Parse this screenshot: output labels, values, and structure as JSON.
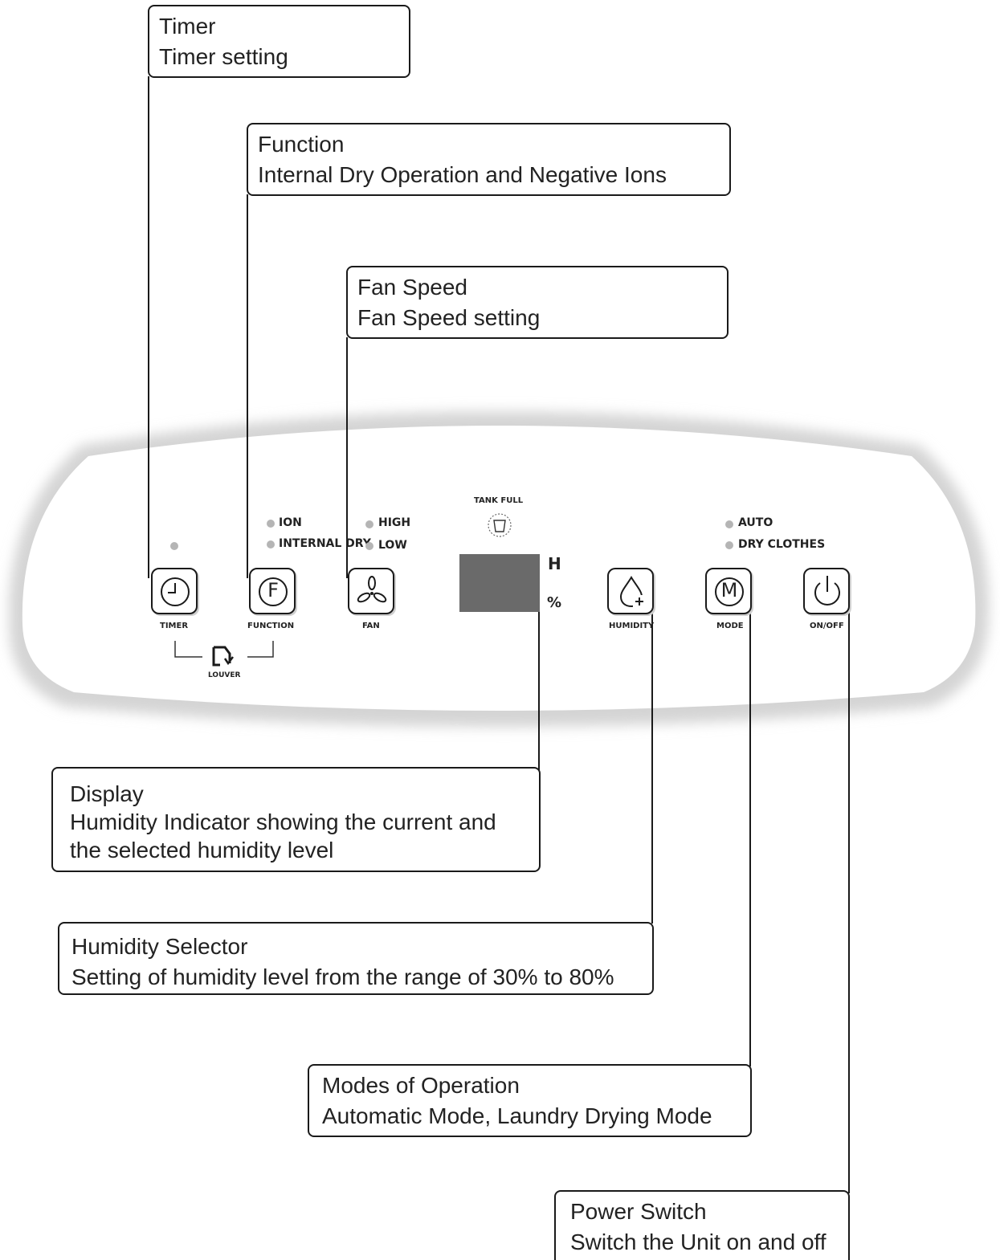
{
  "callouts": {
    "timer": {
      "title": "Timer",
      "desc": "Timer setting"
    },
    "function": {
      "title": "Function",
      "desc": "Internal Dry Operation and Negative Ions"
    },
    "fan": {
      "title": "Fan Speed",
      "desc": "Fan Speed setting"
    },
    "display": {
      "title": "Display",
      "desc_line1": "Humidity Indicator showing the current and",
      "desc_line2": "the selected humidity level"
    },
    "humidity": {
      "title": "Humidity Selector",
      "desc": "Setting of humidity level from the range of 30% to 80%"
    },
    "modes": {
      "title": "Modes of Operation",
      "desc": "Automatic Mode, Laundry Drying Mode"
    },
    "power": {
      "title": "Power Switch",
      "desc": "Switch the Unit on and off"
    }
  },
  "panel": {
    "buttons": {
      "timer": "TIMER",
      "function": "FUNCTION",
      "fan": "FAN",
      "humidity": "HUMIDITY",
      "mode": "MODE",
      "onoff": "ON/OFF"
    },
    "louver_label": "LOUVER",
    "tank_full_label": "TANK FULL",
    "function_indicators": [
      "ION",
      "INTERNAL DRY"
    ],
    "fan_indicators": [
      "HIGH",
      "LOW"
    ],
    "mode_indicators": [
      "AUTO",
      "DRY CLOTHES"
    ],
    "display_units": {
      "upper": "H",
      "lower": "%"
    },
    "function_icon_letter": "F",
    "mode_icon_letter": "M"
  },
  "colors": {
    "line": "#1a1a1a",
    "led": "#b5b5b5",
    "display": "#6a6a6a"
  },
  "icons": [
    "clock-icon",
    "fan-icon",
    "water-drop-plus-icon",
    "power-icon",
    "tank-icon",
    "louver-icon"
  ]
}
